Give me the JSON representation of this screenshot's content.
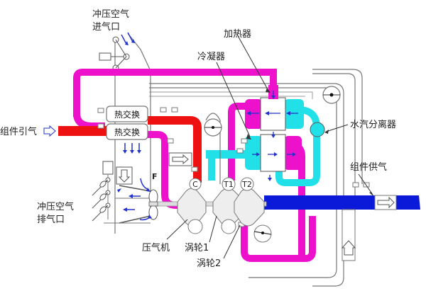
{
  "diagram": {
    "title": "空调组件工作原理图",
    "labels": {
      "ram_air_inlet_line1": "冲压空气",
      "ram_air_inlet_line2": "进气口",
      "heater": "加热器",
      "condenser": "冷凝器",
      "water_separator": "水汽分离器",
      "pack_bleed": "组件引气",
      "pack_supply": "组件供气",
      "ram_air_exhaust_line1": "冲压空气",
      "ram_air_exhaust_line2": "排气口",
      "compressor": "压气机",
      "turbine1": "涡轮1",
      "turbine2": "涡轮2",
      "heat_exchanger_primary": "热交换",
      "heat_exchanger_secondary": "热交换",
      "fan_tag": "F",
      "compressor_tag": "C",
      "turbine1_tag": "T1",
      "turbine2_tag": "T2"
    },
    "colors": {
      "hot_bleed": "#ee1111",
      "warm_air": "#ee11cc",
      "cold_air": "#22e0e8",
      "supply_air": "#0a1ad8",
      "arrow": "#2233cc",
      "line": "#777777"
    }
  }
}
